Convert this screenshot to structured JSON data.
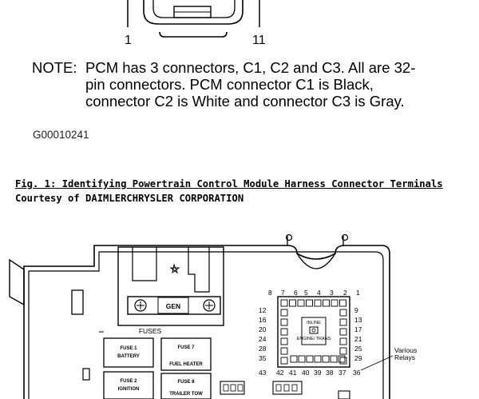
{
  "connector_diagram": {
    "pin_left": "1",
    "pin_right": "11"
  },
  "note": {
    "lead": "NOTE:",
    "text": "PCM has 3 connectors, C1, C2 and C3. All are 32-pin connectors. PCM connector C1 is Black, connector C2 is White and connector C3 is Gray."
  },
  "figure_code": "G00010241",
  "caption": "Fig. 1: Identifying Powertrain Control Module Harness Connector Terminals",
  "courtesy": "Courtesy of DAIMLERCHRYSLER CORPORATION",
  "fuse_box": {
    "gen_label": "GEN",
    "fuses_label": "FUSES",
    "inline_label": "INLINE",
    "engine_trans_label": "ENGINE/ TRANS",
    "relays_callout": "Various Relays",
    "top_numbers": [
      "8",
      "7",
      "6",
      "5",
      "4",
      "3",
      "2",
      "1"
    ],
    "left_numbers": [
      "12",
      "16",
      "20",
      "24",
      "28",
      "35"
    ],
    "right_numbers": [
      "9",
      "13",
      "17",
      "21",
      "25",
      "29"
    ],
    "bottom_numbers": [
      "43",
      "42",
      "41",
      "40",
      "39",
      "38",
      "37",
      "36"
    ],
    "fuses": [
      {
        "title": "FUSE 1",
        "name": "BATTERY"
      },
      {
        "title": "FUSE 7",
        "name": "FUEL HEATER"
      },
      {
        "title": "FUSE 2",
        "name": "IGNITION"
      },
      {
        "title": "FUSE 8",
        "name": "TRAILER TOW"
      }
    ]
  }
}
